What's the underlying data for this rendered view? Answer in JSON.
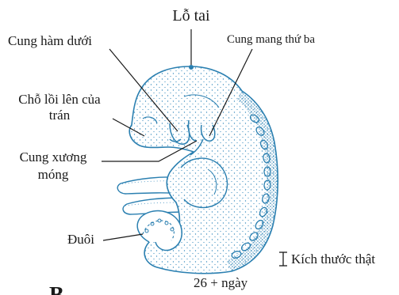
{
  "labels": {
    "ear": "Lỗ tai",
    "mandibular_arch": "Cung hàm dưới",
    "third_arch": "Cung mang thứ ba",
    "frontal_prominence_1": "Chỗ lồi lên của",
    "frontal_prominence_2": "trán",
    "hyoid_arch_1": "Cung xương",
    "hyoid_arch_2": "móng",
    "tail": "Đuôi",
    "actual_size": "Kích thước thật",
    "age": "26 + ngày",
    "panel_letter": "B"
  },
  "colors": {
    "outline": "#2a7fb0",
    "stipple": "#3d8ec0",
    "fill": "#ffffff",
    "text": "#1a1a1a",
    "leader": "#1a1a1a"
  }
}
